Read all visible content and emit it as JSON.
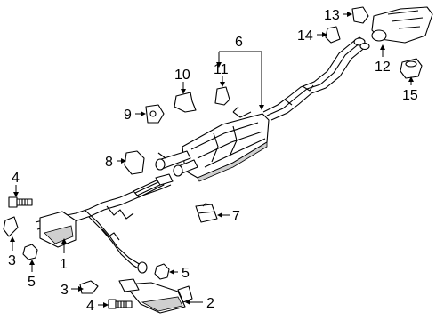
{
  "diagram": {
    "callouts": {
      "c1": "1",
      "c2": "2",
      "c3a": "3",
      "c3b": "3",
      "c4a": "4",
      "c4b": "4",
      "c5a": "5",
      "c5b": "5",
      "c6": "6",
      "c7": "7",
      "c8": "8",
      "c9": "9",
      "c10": "10",
      "c11": "11",
      "c12": "12",
      "c13": "13",
      "c14": "14",
      "c15": "15"
    }
  }
}
